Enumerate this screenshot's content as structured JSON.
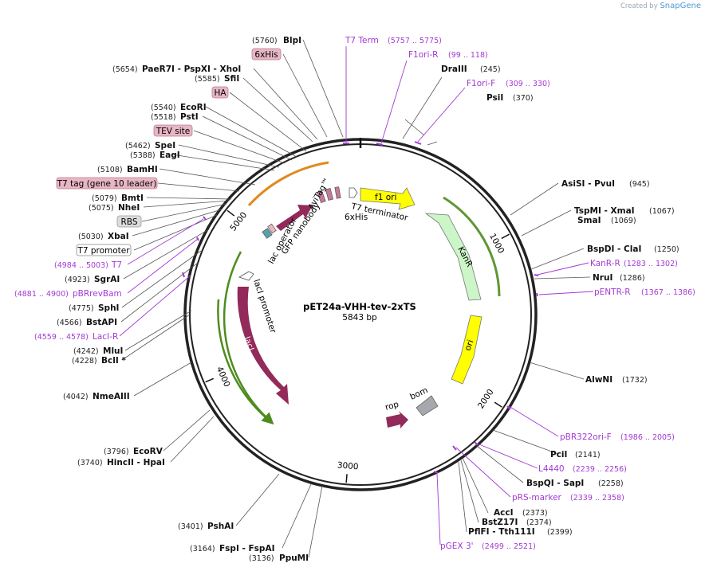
{
  "credit": {
    "prefix": "Created by",
    "brand": "SnapGene"
  },
  "plasmid": {
    "name": "pET24a-VHH-tev-2xTS",
    "length_bp": 5843,
    "size_label": "5843 bp"
  },
  "ticks": [
    "1000",
    "2000",
    "3000",
    "4000",
    "5000"
  ],
  "enzymes_right": [
    {
      "name": "BlpI",
      "pos": "(5760)"
    },
    {
      "name": "DraIII",
      "pos": "(245)"
    },
    {
      "name": "PsiI",
      "pos": "(370)"
    },
    {
      "name": "AsiSI - PvuI",
      "pos": "(945)"
    },
    {
      "name": "TspMI - XmaI",
      "pos": "(1067)"
    },
    {
      "name": "SmaI",
      "pos": "(1069)"
    },
    {
      "name": "BspDI - ClaI",
      "pos": "(1250)"
    },
    {
      "name": "NruI",
      "pos": "(1286)"
    },
    {
      "name": "AlwNI",
      "pos": "(1732)"
    },
    {
      "name": "PciI",
      "pos": "(2141)"
    },
    {
      "name": "BspQI - SapI",
      "pos": "(2258)"
    },
    {
      "name": "AccI",
      "pos": "(2373)"
    },
    {
      "name": "BstZ17I",
      "pos": "(2374)"
    },
    {
      "name": "PflFI - Tth111I",
      "pos": "(2399)"
    },
    {
      "name": "PpuMI",
      "pos": "(3136)"
    }
  ],
  "enzymes_left": [
    {
      "name": "PaeR7I - PspXI - XhoI",
      "pos": "(5654)"
    },
    {
      "name": "SfiI",
      "pos": "(5585)"
    },
    {
      "name": "EcoRI",
      "pos": "(5540)"
    },
    {
      "name": "PstI",
      "pos": "(5518)"
    },
    {
      "name": "SpeI",
      "pos": "(5462)"
    },
    {
      "name": "EagI",
      "pos": "(5388)"
    },
    {
      "name": "BamHI",
      "pos": "(5108)"
    },
    {
      "name": "BmtI",
      "pos": "(5079)"
    },
    {
      "name": "NheI",
      "pos": "(5075)"
    },
    {
      "name": "XbaI",
      "pos": "(5030)"
    },
    {
      "name": "SgrAI",
      "pos": "(4923)"
    },
    {
      "name": "SphI",
      "pos": "(4775)"
    },
    {
      "name": "BstAPI",
      "pos": "(4566)"
    },
    {
      "name": "MluI",
      "pos": "(4242)"
    },
    {
      "name": "BclI *",
      "pos": "(4228)"
    },
    {
      "name": "NmeAIII",
      "pos": "(4042)"
    },
    {
      "name": "EcoRV",
      "pos": "(3796)"
    },
    {
      "name": "HincII - HpaI",
      "pos": "(3740)"
    },
    {
      "name": "PshAI",
      "pos": "(3401)"
    },
    {
      "name": "FspI - FspAI",
      "pos": "(3164)"
    }
  ],
  "primers": [
    {
      "name": "T7 Term",
      "range": "(5757 .. 5775)"
    },
    {
      "name": "F1ori-R",
      "range": "(99 .. 118)"
    },
    {
      "name": "F1ori-F",
      "range": "(309 .. 330)"
    },
    {
      "name": "KanR-R",
      "range": "(1283 .. 1302)"
    },
    {
      "name": "pENTR-R",
      "range": "(1367 .. 1386)"
    },
    {
      "name": "pBR322ori-F",
      "range": "(1986 .. 2005)"
    },
    {
      "name": "L4440",
      "range": "(2239 .. 2256)"
    },
    {
      "name": "pRS-marker",
      "range": "(2339 .. 2358)"
    },
    {
      "name": "pGEX 3'",
      "range": "(2499 .. 2521)"
    },
    {
      "name": "T7",
      "range": "(4984 .. 5003)"
    },
    {
      "name": "pBRrevBam",
      "range": "(4881 .. 4900)"
    },
    {
      "name": "LacI-R",
      "range": "(4559 .. 4578)"
    }
  ],
  "feature_tags": [
    {
      "name": "6xHis"
    },
    {
      "name": "HA"
    },
    {
      "name": "TEV site"
    },
    {
      "name": "T7 tag (gene 10 leader)"
    },
    {
      "name": "RBS"
    },
    {
      "name": "T7 promoter"
    }
  ],
  "features": [
    {
      "name": "f1 ori",
      "color": "#ffff00"
    },
    {
      "name": "KanR",
      "color": "#ccf5c8"
    },
    {
      "name": "ori",
      "color": "#ffff00"
    },
    {
      "name": "bom",
      "color": "#a6a8ad"
    },
    {
      "name": "rop",
      "color": "#922a5a"
    },
    {
      "name": "lacI",
      "color": "#922a5a"
    },
    {
      "name": "lacI promoter",
      "color": "#ffffff"
    },
    {
      "name": "lac operator"
    },
    {
      "name": "GFP nanobody",
      "color": "#922a5a"
    },
    {
      "name": "AviTag™"
    },
    {
      "name": "6xHis"
    },
    {
      "name": "T7 terminator"
    }
  ],
  "colors": {
    "backbone": "#222222",
    "primer": "#a23ad3",
    "feature_tag_bg": "#e8b6c4",
    "orf": "#922a5a",
    "yellow": "#ffff00",
    "green_arc": "#4e8c1e",
    "orange_arc": "#e08a1e"
  }
}
